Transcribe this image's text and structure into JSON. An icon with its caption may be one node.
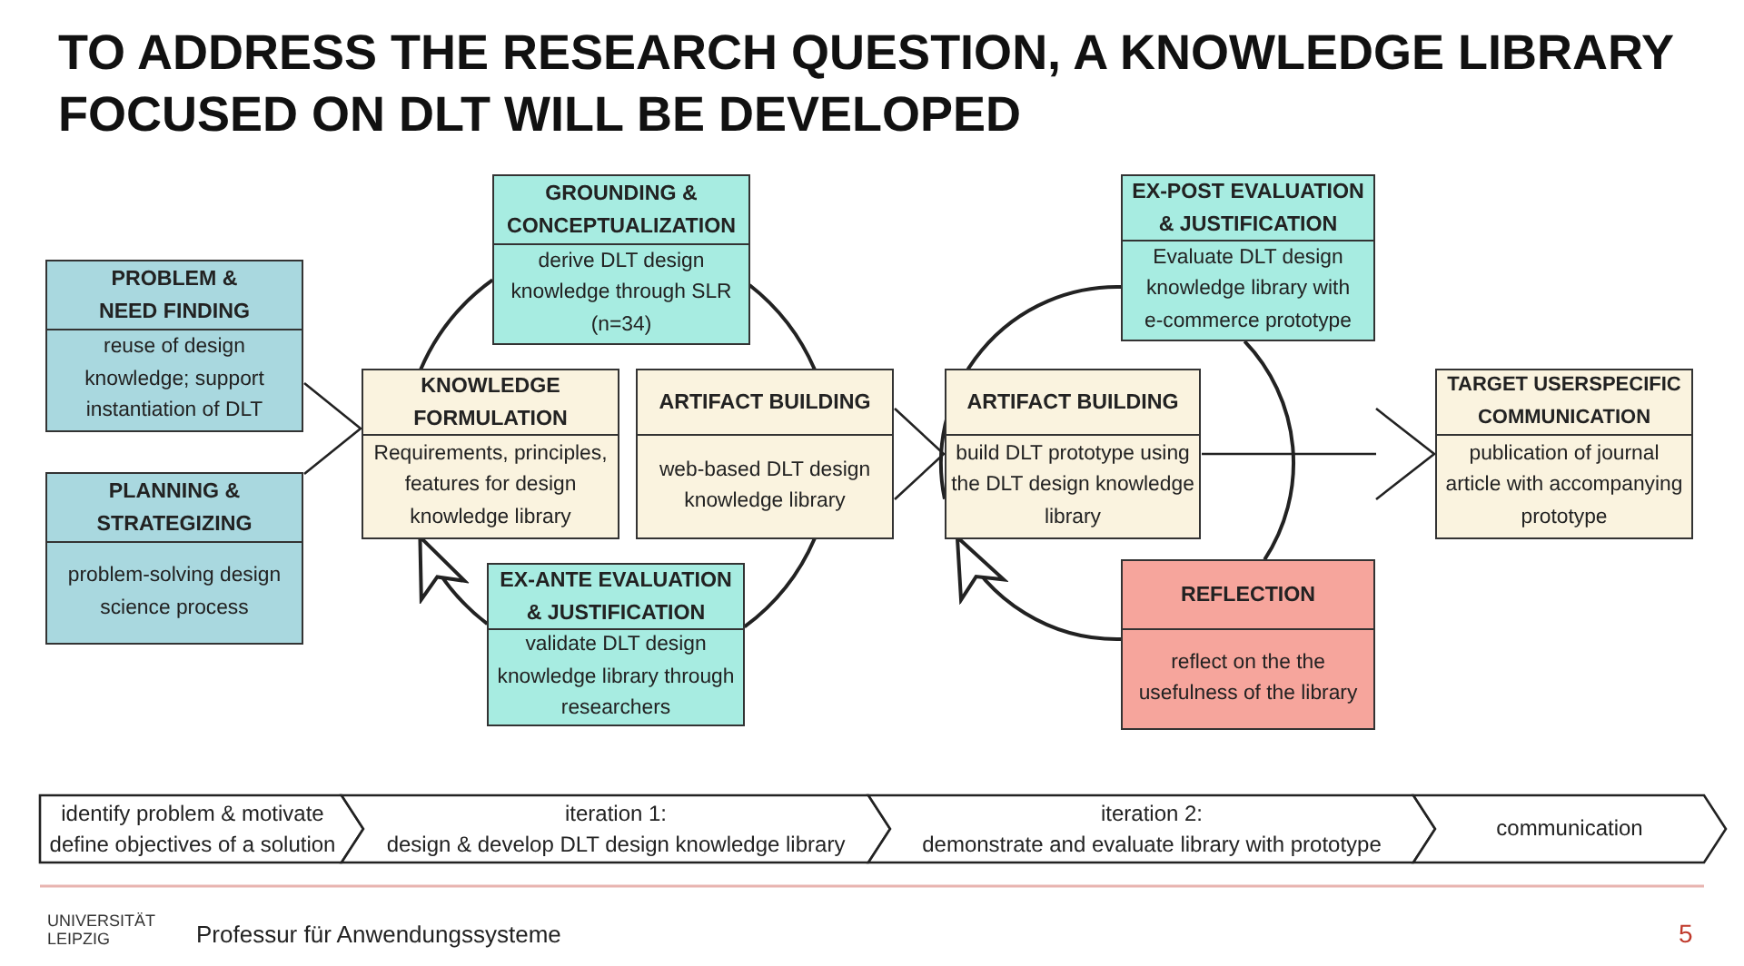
{
  "diagram": {
    "title": "TO ADDRESS THE RESEARCH QUESTION, A KNOWLEDGE LIBRARY FOCUSED ON DLT WILL BE DEVELOPED",
    "nodes": [
      {
        "text": [
          "PROBLEM & NEED FINDING",
          "reuse of design knowledge; support instantiation of DLT"
        ]
      },
      {
        "text": [
          "PLANNING & STRATEGIZING",
          "problem-solving design science process"
        ]
      },
      {
        "text": [
          "GROUNDING & CONCEPTUALIZATION",
          "derive DLT design knowledge through SLR (n=34)"
        ]
      },
      {
        "text": [
          "KNOWLEDGE FORMULATION",
          "Requirements, principles, features for design knowledge library"
        ]
      },
      {
        "text": [
          "ARTIFACT BUILDING",
          "web-based DLT design knowledge library"
        ]
      },
      {
        "text": [
          "EX-ANTE EVALUATION & JUSTIFICATION",
          "validate DLT design knowledge library through researchers"
        ]
      },
      {
        "text": [
          "ARTIFACT BUILDING",
          "build DLT prototype using the DLT design knowledge library"
        ]
      },
      {
        "text": [
          "EX-POST EVALUATION & JUSTIFICATION",
          "Evaluate DLT design knowledge library with e-commerce prototype"
        ]
      },
      {
        "text": [
          "REFLECTION",
          "reflect on the the usefulness of the library"
        ]
      },
      {
        "text": [
          "TARGET USERSPECIFIC COMMUNICATION",
          "publication of journal article with accompanying prototype"
        ]
      },
      {
        "text": [
          "identify problem & motivate",
          "define objectives of a solution"
        ]
      },
      {
        "text": [
          "iteration 1:",
          "design & develop DLT design knowledge library"
        ]
      },
      {
        "text": [
          "iteration 2:",
          "demonstrate and evaluate library with prototype"
        ]
      },
      {
        "text": [
          "communication"
        ]
      }
    ],
    "edges": [
      {
        "from": 0,
        "to": 3,
        "arrow": "to"
      },
      {
        "from": 3,
        "to": 2,
        "arrow": "none"
      },
      {
        "from": 2,
        "to": 4,
        "arrow": "none"
      },
      {
        "from": 4,
        "to": 5,
        "arrow": "none"
      },
      {
        "from": 5,
        "to": 3,
        "arrow": "to"
      },
      {
        "from": 4,
        "to": 6,
        "arrow": "to"
      },
      {
        "from": 6,
        "to": 7,
        "arrow": "none"
      },
      {
        "from": 7,
        "to": 8,
        "arrow": "none"
      },
      {
        "from": 8,
        "to": 6,
        "arrow": "to"
      },
      {
        "from": 6,
        "to": 9,
        "arrow": "to"
      }
    ],
    "labels": [
      "UNIVERSITÄT LEIPZIG",
      "Professur für Anwendungssysteme",
      "5"
    ]
  }
}
